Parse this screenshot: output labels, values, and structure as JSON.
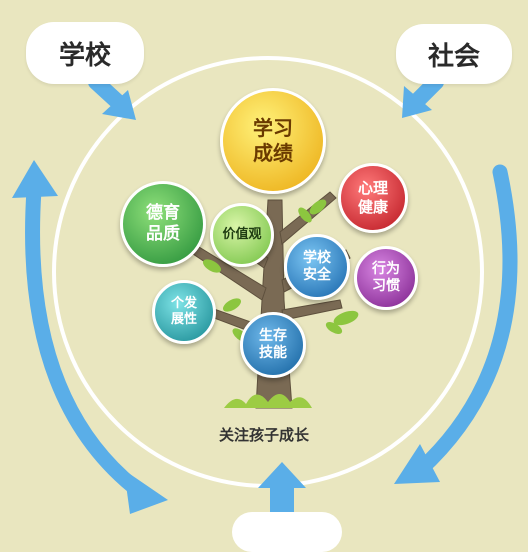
{
  "clouds": {
    "school": "学校",
    "society": "社会"
  },
  "bubbles": {
    "academic": "学习\n成绩",
    "mental_health": "心理\n健康",
    "moral": "德育\n品质",
    "values": "价值观",
    "school_safety": "学校\n安全",
    "behavior_habits": "行为\n习惯",
    "personality": "个发\n展性",
    "life_skills": "生存\n技能"
  },
  "caption": "关注孩子成长",
  "colors": {
    "background": "#e9e6bf",
    "arrow": "#5aaee8",
    "trunk": "#7a6a54",
    "leaf": "#8cc63f",
    "academic": "#f7c21b",
    "mental_health": "#e0323a",
    "moral": "#39a94a",
    "values": "#5cb548",
    "school_safety": "#2a86c8",
    "behavior_habits": "#9b3aa6",
    "personality": "#2aa7b0",
    "life_skills": "#1e7fb8"
  }
}
